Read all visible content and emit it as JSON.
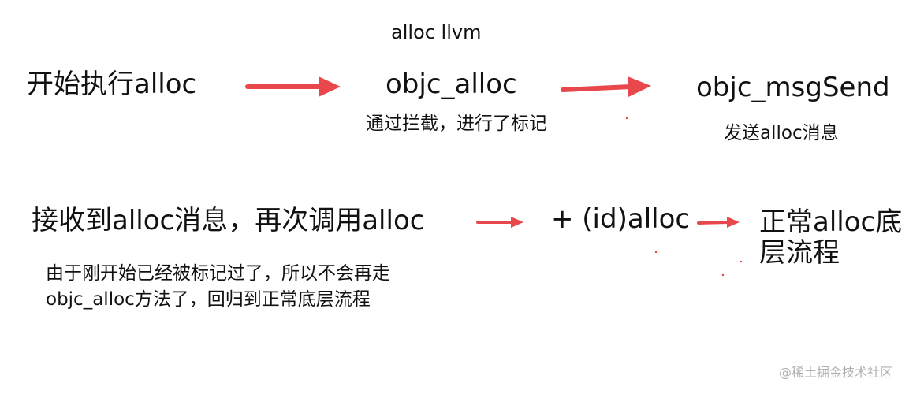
{
  "diagram": {
    "header": "alloc llvm",
    "row1": {
      "start": "开始执行alloc",
      "objc_alloc": "objc_alloc",
      "objc_alloc_note": "通过拦截，进行了标记",
      "msgsend": "objc_msgSend",
      "msgsend_note": "发送alloc消息"
    },
    "row2": {
      "receive": "接收到alloc消息，再次调用alloc",
      "note_line1": "由于刚开始已经被标记过了，所以不会再走",
      "note_line2": "objc_alloc方法了，回归到正常底层流程",
      "id_alloc": "+ (id)alloc",
      "normal_line1": "正常alloc底",
      "normal_line2": "层流程"
    },
    "watermark": "@稀土掘金技术社区",
    "colors": {
      "arrow": "#e8474c",
      "text": "#111111"
    }
  }
}
